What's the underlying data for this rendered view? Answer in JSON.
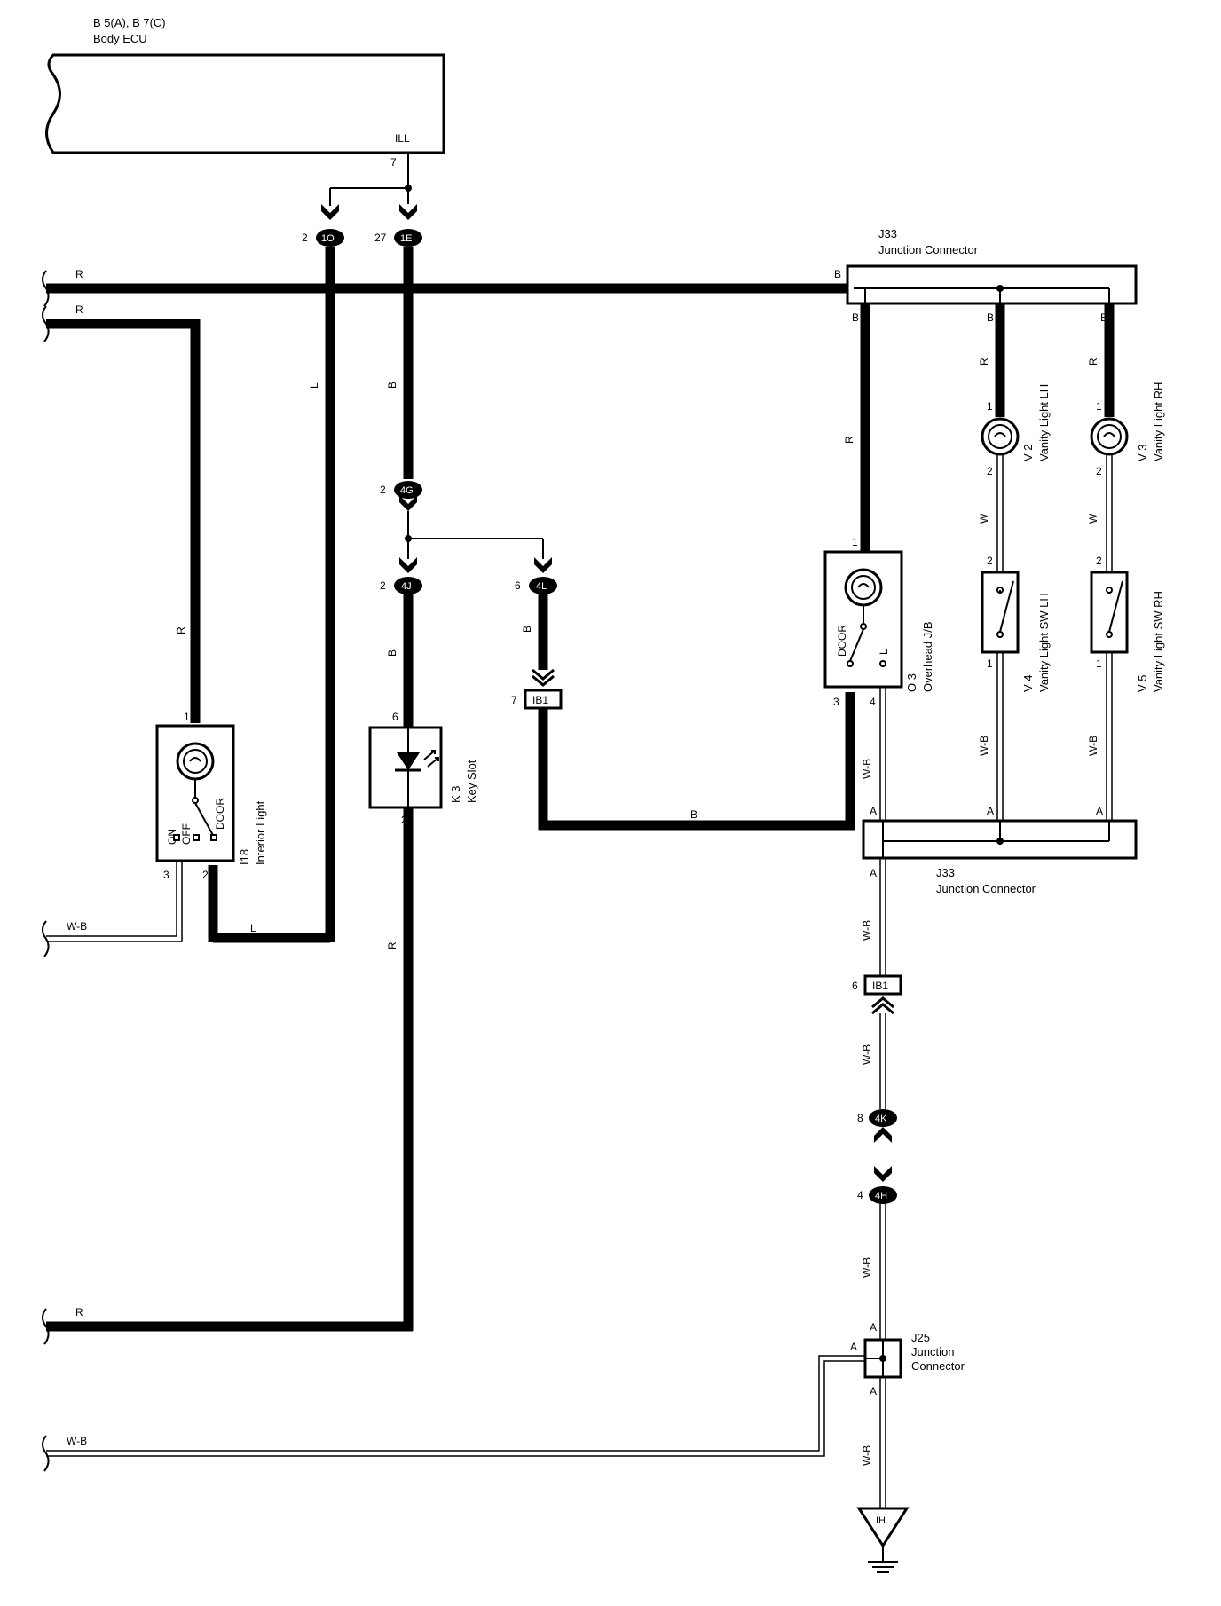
{
  "ecu": {
    "ref": "B 5(A), B 7(C)",
    "name": "Body ECU",
    "pin_label": "ILL",
    "pin_number": "7"
  },
  "connectors_top": {
    "c1O": {
      "pin": "2",
      "name": "1O"
    },
    "c1E": {
      "pin": "27",
      "name": "1E"
    },
    "c4G": {
      "pin": "2",
      "name": "4G"
    },
    "c4J": {
      "pin": "2",
      "name": "4J"
    },
    "c4L": {
      "pin": "6",
      "name": "4L"
    },
    "cIB1a": {
      "pin": "7",
      "name": "IB1"
    },
    "cIB1b": {
      "pin": "6",
      "name": "IB1"
    },
    "c4K": {
      "pin": "8",
      "name": "4K"
    },
    "c4H": {
      "pin": "4",
      "name": "4H"
    }
  },
  "wire_colors": {
    "R": "R",
    "L": "L",
    "B": "B",
    "W": "W",
    "WB": "W-B"
  },
  "j33_top": {
    "ref": "J33",
    "name": "Junction Connector",
    "pin_b": "B"
  },
  "j33_bottom": {
    "ref": "J33",
    "name": "Junction Connector",
    "pin_a": "A"
  },
  "j25": {
    "ref": "J25",
    "line1": "Junction",
    "line2": "Connector",
    "pin_a": "A"
  },
  "interior_light": {
    "ref": "I18",
    "name": "Interior Light",
    "on": "ON",
    "off": "OFF",
    "door": "DOOR",
    "pin1": "1",
    "pin2": "2",
    "pin3": "3"
  },
  "key_slot": {
    "ref": "K 3",
    "name": "Key Slot",
    "pin6": "6",
    "pin2": "2"
  },
  "overhead_jb": {
    "ref": "O 3",
    "name": "Overhead J/B",
    "door": "DOOR",
    "l": "L",
    "pin1": "1",
    "pin3": "3",
    "pin4": "4"
  },
  "vanity_lh": {
    "ref": "V 2",
    "name": "Vanity Light LH",
    "pin1": "1",
    "pin2": "2"
  },
  "vanity_rh": {
    "ref": "V 3",
    "name": "Vanity Light RH",
    "pin1": "1",
    "pin2": "2"
  },
  "vanity_sw_lh": {
    "ref": "V 4",
    "name": "Vanity Light SW LH",
    "pin2": "2",
    "pin1": "1"
  },
  "vanity_sw_rh": {
    "ref": "V 5",
    "name": "Vanity Light SW RH",
    "pin2": "2",
    "pin1": "1"
  },
  "ground": {
    "name": "IH"
  },
  "colors": {
    "ink": "#000000",
    "paper": "#ffffff"
  }
}
